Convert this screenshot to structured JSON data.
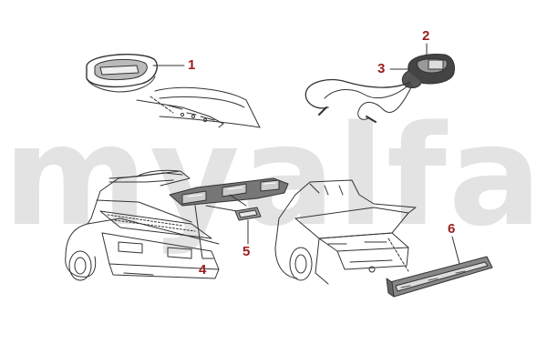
{
  "watermark": "myalfa",
  "callouts": [
    {
      "id": "1",
      "label": "1"
    },
    {
      "id": "2",
      "label": "2"
    },
    {
      "id": "3",
      "label": "3"
    },
    {
      "id": "4",
      "label": "4"
    },
    {
      "id": "5",
      "label": "5"
    },
    {
      "id": "6",
      "label": "6"
    }
  ],
  "colors": {
    "callout": "#9b1d1d",
    "line": "#333333",
    "watermark": "#e3e3e3"
  }
}
